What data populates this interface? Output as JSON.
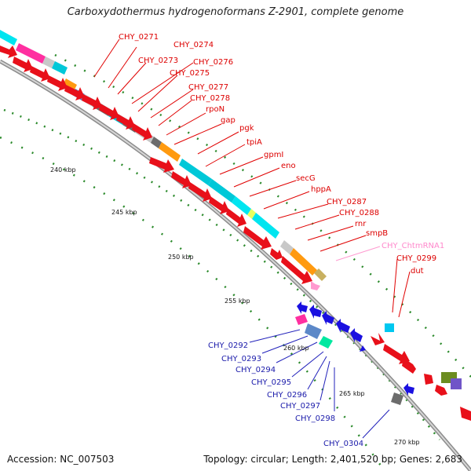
{
  "title": "Carboxydothermus hydrogenoformans Z-2901, complete genome",
  "accession": "Accession: NC_007503",
  "summary": "Topology: circular; Length: 2,401,520 bp; Genes: 2,683",
  "colors": {
    "forward_cds": "#e8101a",
    "reverse_cds": "#1a10e0",
    "label_red": "#dd0000",
    "label_blue": "#1a1aaa",
    "label_pink": "#ff88cc",
    "backbone": "#999999",
    "tick": "#227722"
  },
  "labels_top": [
    "CHY_0271",
    "CHY_0274",
    "CHY_0273",
    "CHY_0276",
    "CHY_0275",
    "CHY_0277",
    "CHY_0278",
    "rpoN",
    "gap",
    "pgk",
    "tpiA",
    "gpmI",
    "eno",
    "secG",
    "hppA",
    "CHY_0287",
    "CHY_0288",
    "rnr",
    "smpB",
    "CHY_ChtmRNA1",
    "CHY_0299",
    "dut"
  ],
  "labels_bottom": [
    "CHY_0292",
    "CHY_0293",
    "CHY_0294",
    "CHY_0295",
    "CHY_0296",
    "CHY_0297",
    "CHY_0298",
    "CHY_0304"
  ],
  "scale_labels": [
    "240 kbp",
    "245 kbp",
    "250 kbp",
    "255 kbp",
    "260 kbp",
    "265 kbp",
    "270 kbp"
  ]
}
